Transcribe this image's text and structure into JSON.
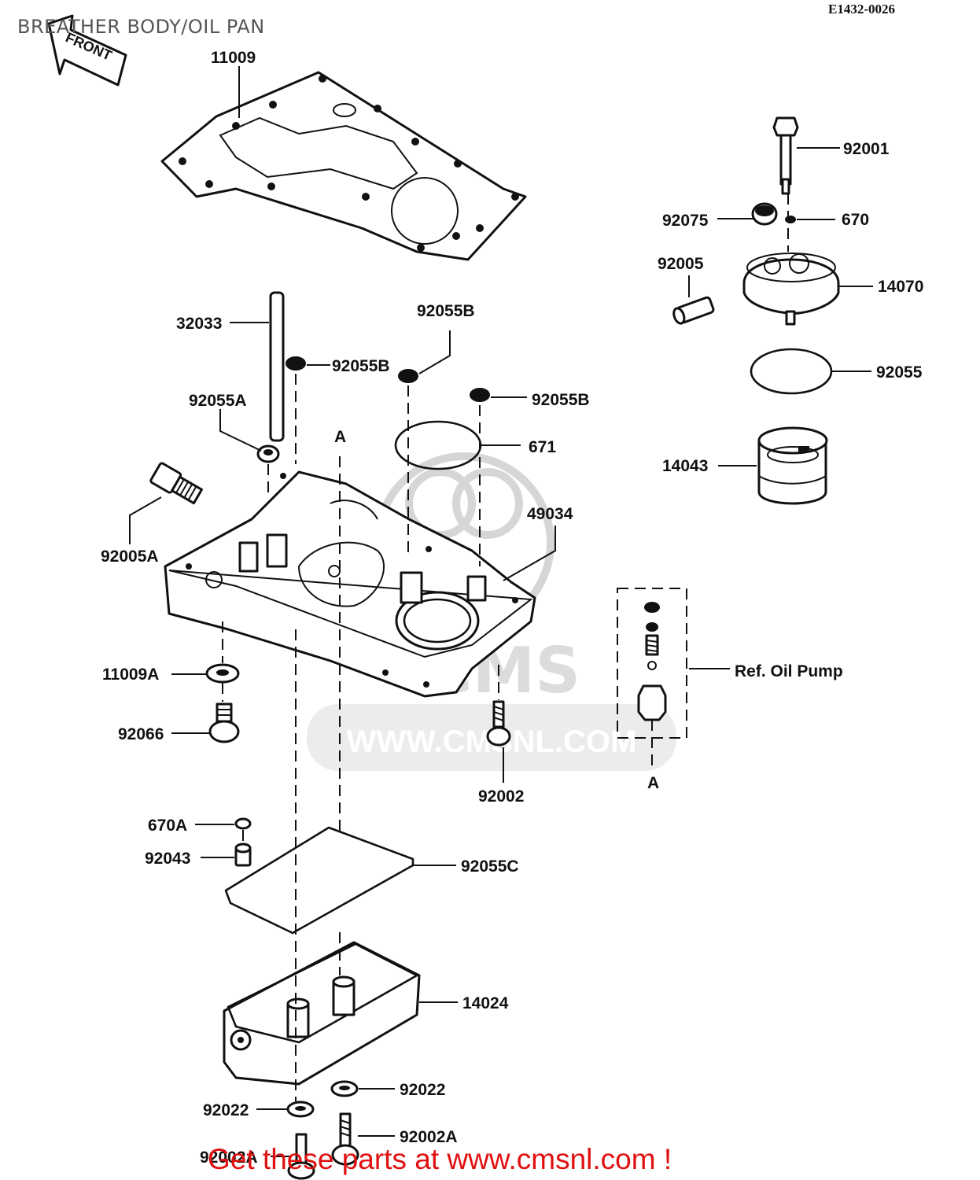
{
  "title": "BREATHER BODY/OIL PAN",
  "diagram_ref": "E1432-0026",
  "front_marker": "FRONT",
  "watermark": {
    "brand": "CMS",
    "url": "WWW.CMSNL.COM"
  },
  "footer": "Get these parts at www.cmsnl.com !",
  "section_marker": "A",
  "ref_oil_pump_label": "Ref. Oil Pump",
  "part_numbers": {
    "p11009": "11009",
    "p32033": "32033",
    "p92055A": "92055A",
    "p92055B_1": "92055B",
    "p92055B_2": "92055B",
    "p92055B_3": "92055B",
    "p671": "671",
    "p92005A": "92005A",
    "p49034": "49034",
    "p11009A": "11009A",
    "p92066": "92066",
    "p92002": "92002",
    "p92001": "92001",
    "p92075": "92075",
    "p670": "670",
    "p92005": "92005",
    "p14070": "14070",
    "p92055": "92055",
    "p14043": "14043",
    "p670A": "670A",
    "p92043": "92043",
    "p92055C": "92055C",
    "p14024": "14024",
    "p92022_1": "92022",
    "p92022_2": "92022",
    "p92002A_1": "92002A",
    "p92002A_2": "92002A"
  }
}
